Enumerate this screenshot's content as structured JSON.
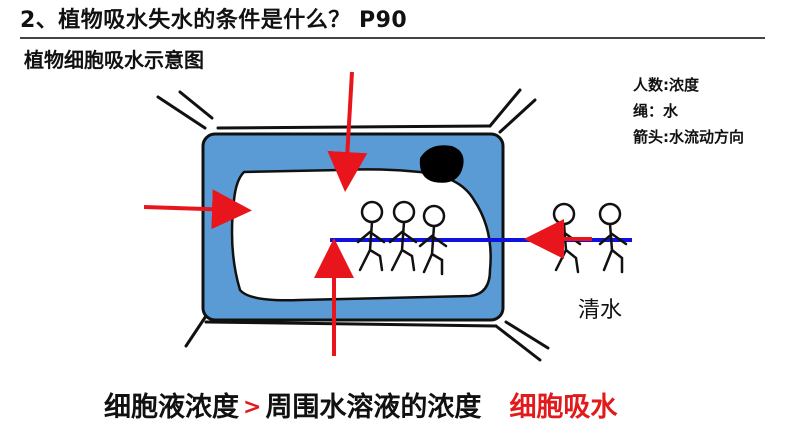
{
  "slide": {
    "title": "2、植物吸水失水的条件是什么？ P90",
    "subtitle": "植物细胞吸水示意图"
  },
  "legend": [
    "人数:浓度",
    "绳：水",
    "箭头:水流动方向"
  ],
  "diagram": {
    "outside_label": "清水",
    "colors": {
      "cytoplasm": "#5b9bd5",
      "rope": "#1111dd",
      "arrow": "#e8161c",
      "vacuole": "#ffffff",
      "nucleus": "#000000"
    },
    "people_inside": 3,
    "people_outside": 2
  },
  "conclusion": {
    "left": "细胞液浓度",
    "operator": ">",
    "right": "周围水溶液的浓度",
    "result": "细胞吸水"
  }
}
